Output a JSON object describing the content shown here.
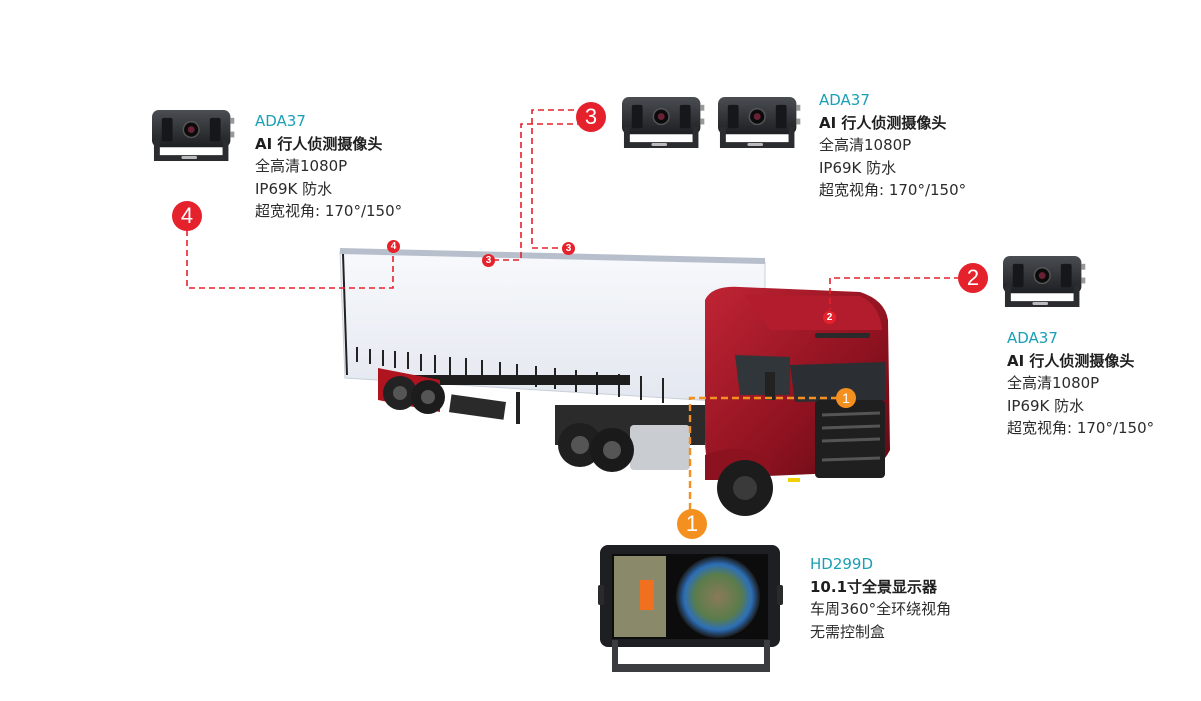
{
  "colors": {
    "model_accent": "#1aa0b4",
    "marker_red": "#e5212c",
    "marker_orange": "#f39020",
    "text_dark": "#2b2b2b",
    "truck_cab": "#9b1422",
    "trailer": "#eef1f6"
  },
  "products": [
    {
      "id": "camera-4",
      "marker": "4",
      "model": "ADA37",
      "title": "AI 行人侦测摄像头",
      "features": [
        "全高清1080P",
        "IP69K 防水",
        "超宽视角: 170°/150°"
      ]
    },
    {
      "id": "camera-3",
      "marker": "3",
      "model": "ADA37",
      "title": "AI 行人侦测摄像头",
      "features": [
        "全高清1080P",
        "IP69K 防水",
        "超宽视角: 170°/150°"
      ]
    },
    {
      "id": "camera-2",
      "marker": "2",
      "model": "ADA37",
      "title": "AI 行人侦测摄像头",
      "features": [
        "全高清1080P",
        "IP69K 防水",
        "超宽视角: 170°/150°"
      ]
    },
    {
      "id": "monitor-1",
      "marker": "1",
      "model": "HD299D",
      "title": "10.1寸全景显示器",
      "features": [
        "车周360°全环绕视角",
        "无需控制盒"
      ]
    }
  ],
  "mount_markers": [
    "4",
    "3",
    "3",
    "2",
    "1"
  ]
}
